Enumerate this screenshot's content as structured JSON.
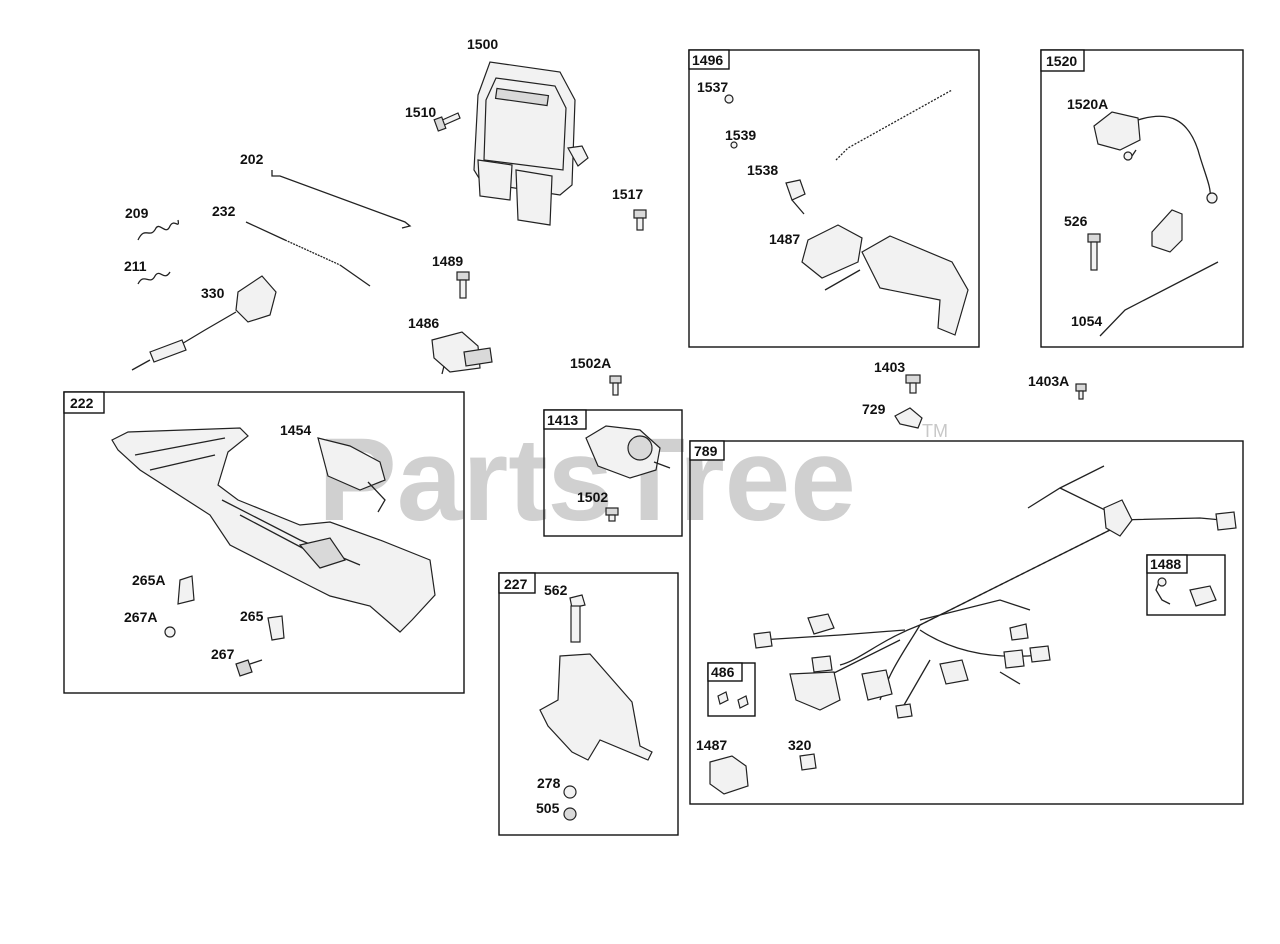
{
  "watermark": {
    "text": "PartsTree",
    "tm": "TM"
  },
  "boxes": [
    {
      "id": "222"
    },
    {
      "id": "1413"
    },
    {
      "id": "227"
    },
    {
      "id": "1496"
    },
    {
      "id": "1520"
    },
    {
      "id": "789"
    },
    {
      "id": "1488"
    },
    {
      "id": "486"
    }
  ],
  "labels": {
    "p1500": "1500",
    "p1510": "1510",
    "p202": "202",
    "p209": "209",
    "p232": "232",
    "p211": "211",
    "p330": "330",
    "p1489": "1489",
    "p1486": "1486",
    "p1517": "1517",
    "p1537": "1537",
    "p1539": "1539",
    "p1538": "1538",
    "p1487a": "1487",
    "p1520A": "1520A",
    "p526": "526",
    "p1054": "1054",
    "p1502A": "1502A",
    "p1403": "1403",
    "p1403A": "1403A",
    "p729": "729",
    "p1454": "1454",
    "p265A": "265A",
    "p267A": "267A",
    "p265": "265",
    "p267": "267",
    "p1502": "1502",
    "p562": "562",
    "p278": "278",
    "p505": "505",
    "p1487b": "1487",
    "p320": "320"
  }
}
